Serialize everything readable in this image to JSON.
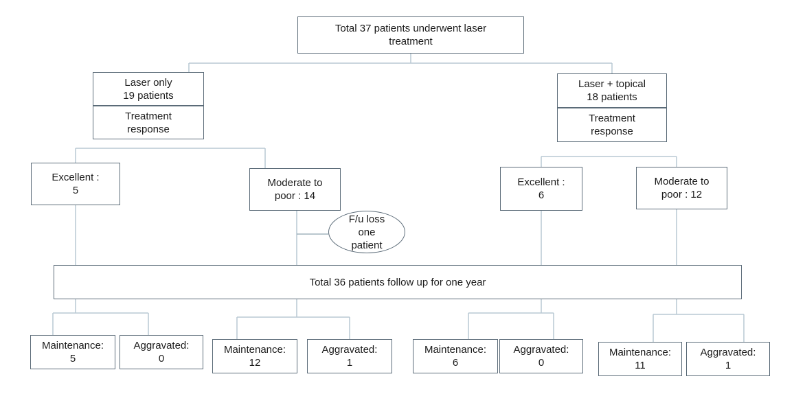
{
  "root": {
    "label": "Total 37 patients underwent laser\ntreatment"
  },
  "groups": [
    {
      "label": "Laser only\n19 patients",
      "response_label": "Treatment\nresponse",
      "excellent": "Excellent :\n5",
      "moderate": "Moderate to\npoor : 14",
      "outcomes": [
        {
          "maintenance": "Maintenance:\n5",
          "aggravated": "Aggravated:\n0"
        },
        {
          "maintenance": "Maintenance:\n12",
          "aggravated": "Aggravated:\n1"
        }
      ]
    },
    {
      "label": "Laser + topical\n18 patients",
      "response_label": "Treatment\nresponse",
      "excellent": "Excellent :\n6",
      "moderate": "Moderate to\npoor : 12",
      "outcomes": [
        {
          "maintenance": "Maintenance:\n6",
          "aggravated": "Aggravated:\n0"
        },
        {
          "maintenance": "Maintenance:\n11",
          "aggravated": "Aggravated:\n1"
        }
      ]
    }
  ],
  "followup_loss": "F/u loss\none\npatient",
  "followup_total": "Total 36 patients follow up for one year",
  "colors": {
    "box_border": "#5b6b78",
    "connector": "#b9c9d3",
    "text": "#1a1a1a",
    "background": "#ffffff"
  }
}
